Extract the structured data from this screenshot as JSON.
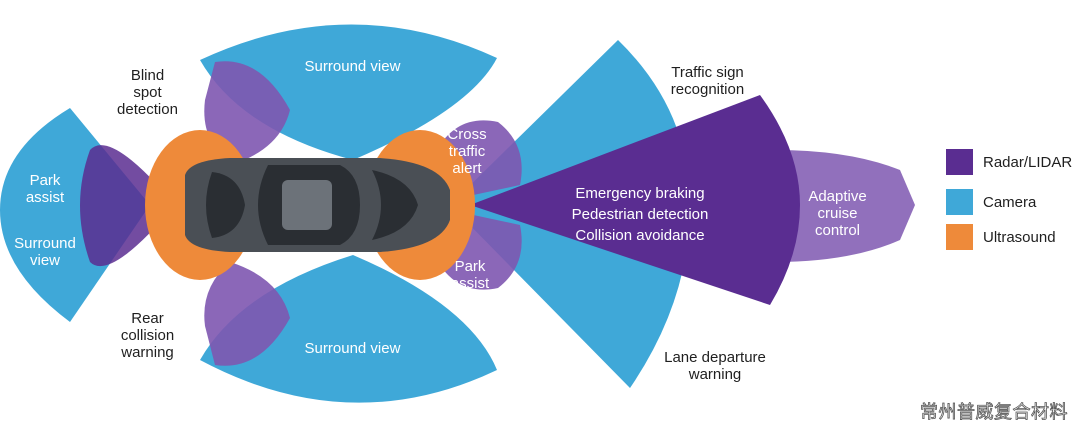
{
  "colors": {
    "radar": "#5a2d91",
    "radar_light": "#7e57b0",
    "camera": "#3fa8d8",
    "ultrasound": "#ee8a3a",
    "car_body": "#4a4f55",
    "car_glass": "#2a2e33"
  },
  "zones": {
    "surround_top": "Surround view",
    "surround_bottom": "Surround view",
    "blind_spot": "Blind\nspot\ndetection",
    "park_assist_left": "Park\nassist",
    "surround_left": "Surround\nview",
    "rear_collision": "Rear\ncollision\nwarning",
    "cross_traffic": "Cross\ntraffic\nalert",
    "park_assist_right": "Park\nassist",
    "traffic_sign": "Traffic sign\nrecognition",
    "lane_departure": "Lane departure\nwarning",
    "emergency_braking": "Emergency braking",
    "pedestrian_detection": "Pedestrian detection",
    "collision_avoidance": "Collision avoidance",
    "adaptive_cruise": "Adaptive\ncruise\ncontrol"
  },
  "legend": [
    {
      "label": "Radar/LIDAR",
      "color": "#5a2d91"
    },
    {
      "label": "Camera",
      "color": "#3fa8d8"
    },
    {
      "label": "Ultrasound",
      "color": "#ee8a3a"
    }
  ],
  "watermark": "常州普威复合材料"
}
